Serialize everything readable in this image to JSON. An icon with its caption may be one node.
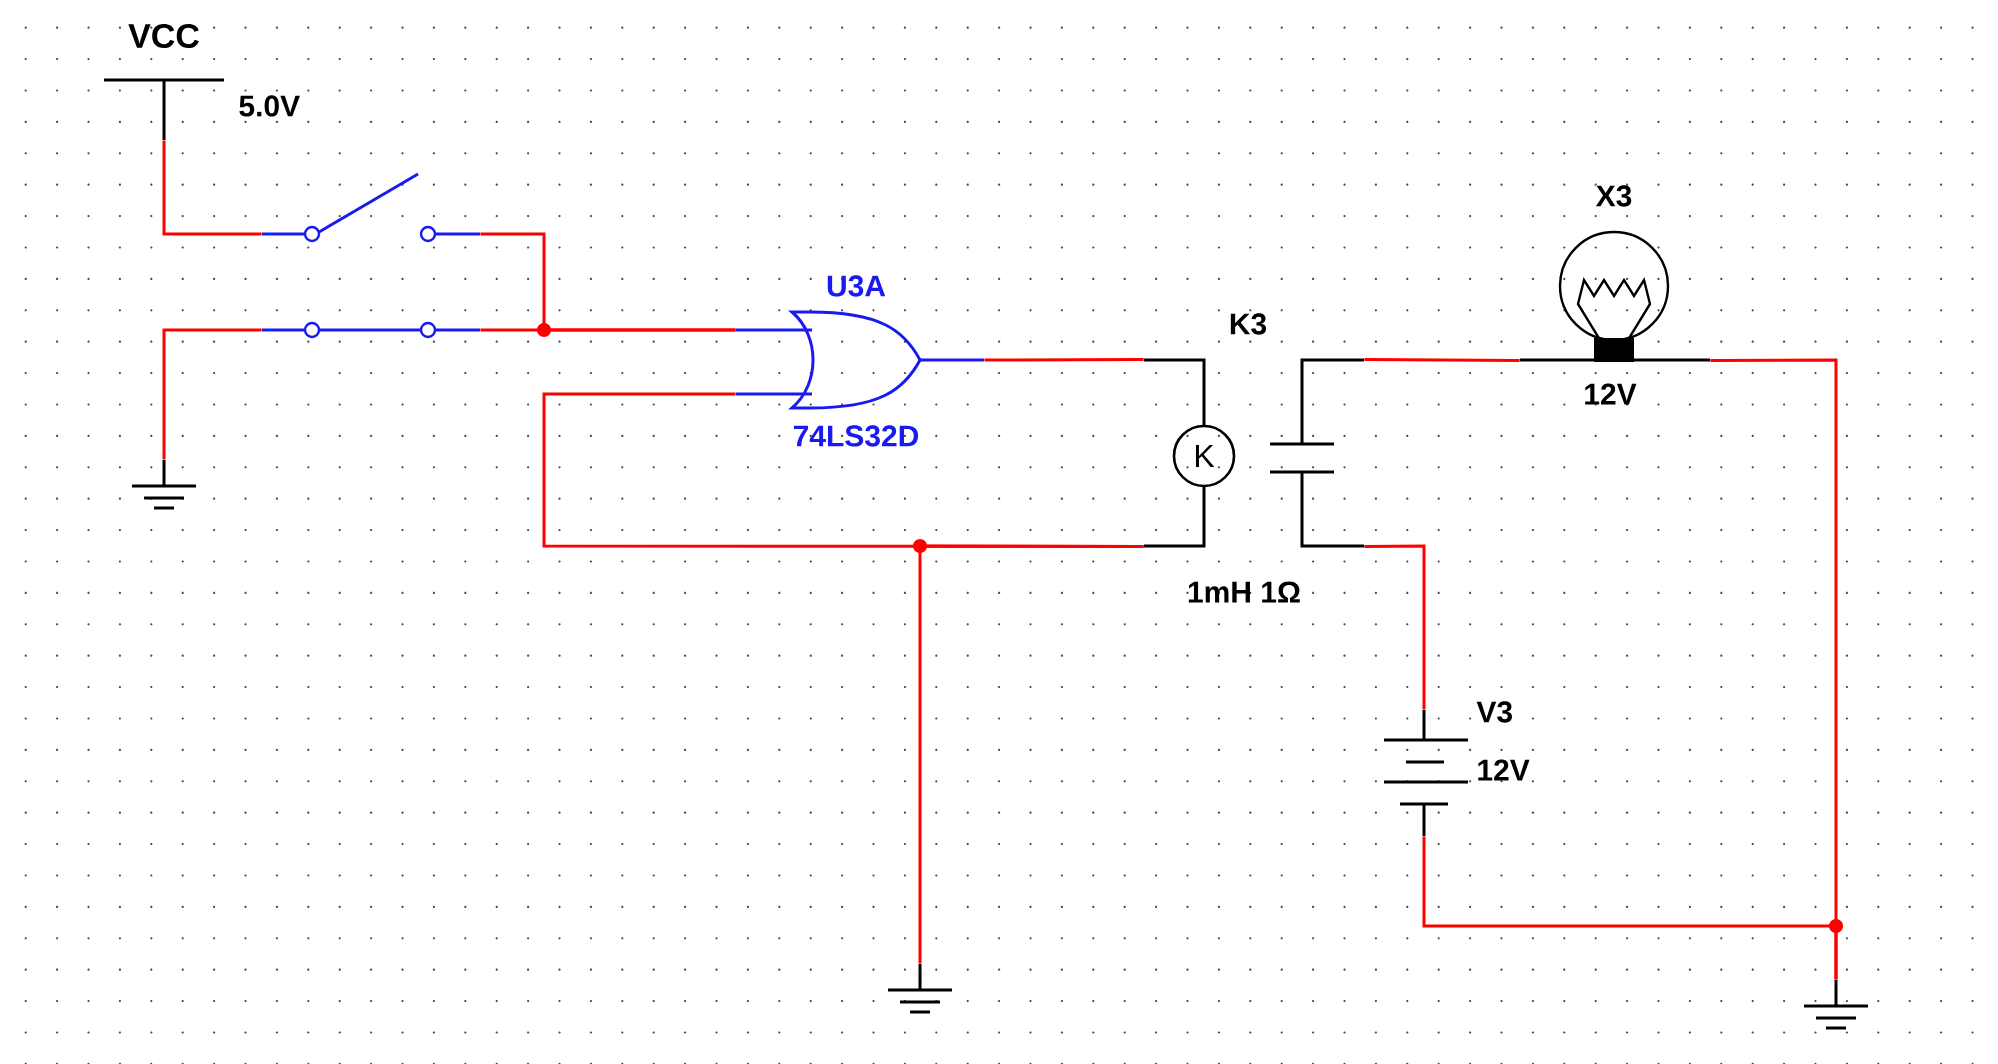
{
  "diagram": {
    "nodes": [
      {
        "text": [
          "VCC",
          "5.0V"
        ]
      },
      {
        "text": [],
        "shape": "ground"
      },
      {
        "text": [],
        "shape": "switch"
      },
      {
        "text": [],
        "shape": "switch"
      },
      {
        "text": [
          "U3A",
          "74LS32D"
        ]
      },
      {
        "text": [
          "K3",
          "K",
          "1mH 1Ω"
        ]
      },
      {
        "text": [
          "X3",
          "12V"
        ]
      },
      {
        "text": [
          "V3",
          "12V"
        ]
      },
      {
        "text": [],
        "shape": "ground"
      },
      {
        "text": [],
        "shape": "ground"
      }
    ],
    "edges": [
      {
        "from": 0,
        "to": 2,
        "arrow": "none"
      },
      {
        "from": 1,
        "to": 3,
        "arrow": "none"
      },
      {
        "from": 2,
        "to": 4,
        "arrow": "none"
      },
      {
        "from": 3,
        "to": 4,
        "arrow": "none"
      },
      {
        "from": 4,
        "to": 5,
        "arrow": "none"
      },
      {
        "from": 5,
        "to": 4,
        "arrow": "none"
      },
      {
        "from": 5,
        "to": 8,
        "arrow": "none"
      },
      {
        "from": 5,
        "to": 6,
        "arrow": "none"
      },
      {
        "from": 5,
        "to": 7,
        "arrow": "none"
      },
      {
        "from": 6,
        "to": 9,
        "arrow": "none"
      },
      {
        "from": 7,
        "to": 9,
        "arrow": "none"
      }
    ]
  }
}
